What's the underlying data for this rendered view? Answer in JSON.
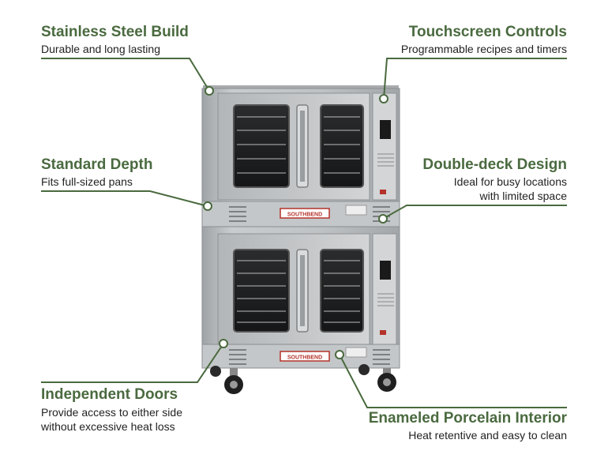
{
  "callouts": {
    "stainless": {
      "title": "Stainless Steel Build",
      "desc": "Durable and long lasting"
    },
    "touchscreen": {
      "title": "Touchscreen Controls",
      "desc": "Programmable recipes and timers"
    },
    "depth": {
      "title": "Standard Depth",
      "desc": "Fits full-sized pans"
    },
    "double_deck": {
      "title": "Double-deck Design",
      "desc_line1": "Ideal for busy locations",
      "desc_line2": "with limited space"
    },
    "doors": {
      "title": "Independent Doors",
      "desc_line1": "Provide access to either side",
      "desc_line2": "without excessive heat loss"
    },
    "porcelain": {
      "title": "Enameled Porcelain Interior",
      "desc": "Heat retentive and easy to clean"
    }
  },
  "oven": {
    "brand_label": "SOUTHBEND"
  },
  "colors": {
    "accent_green": "#4a6a3f",
    "steel": "#b9bcbe",
    "dark_glass": "#1d1f21"
  }
}
